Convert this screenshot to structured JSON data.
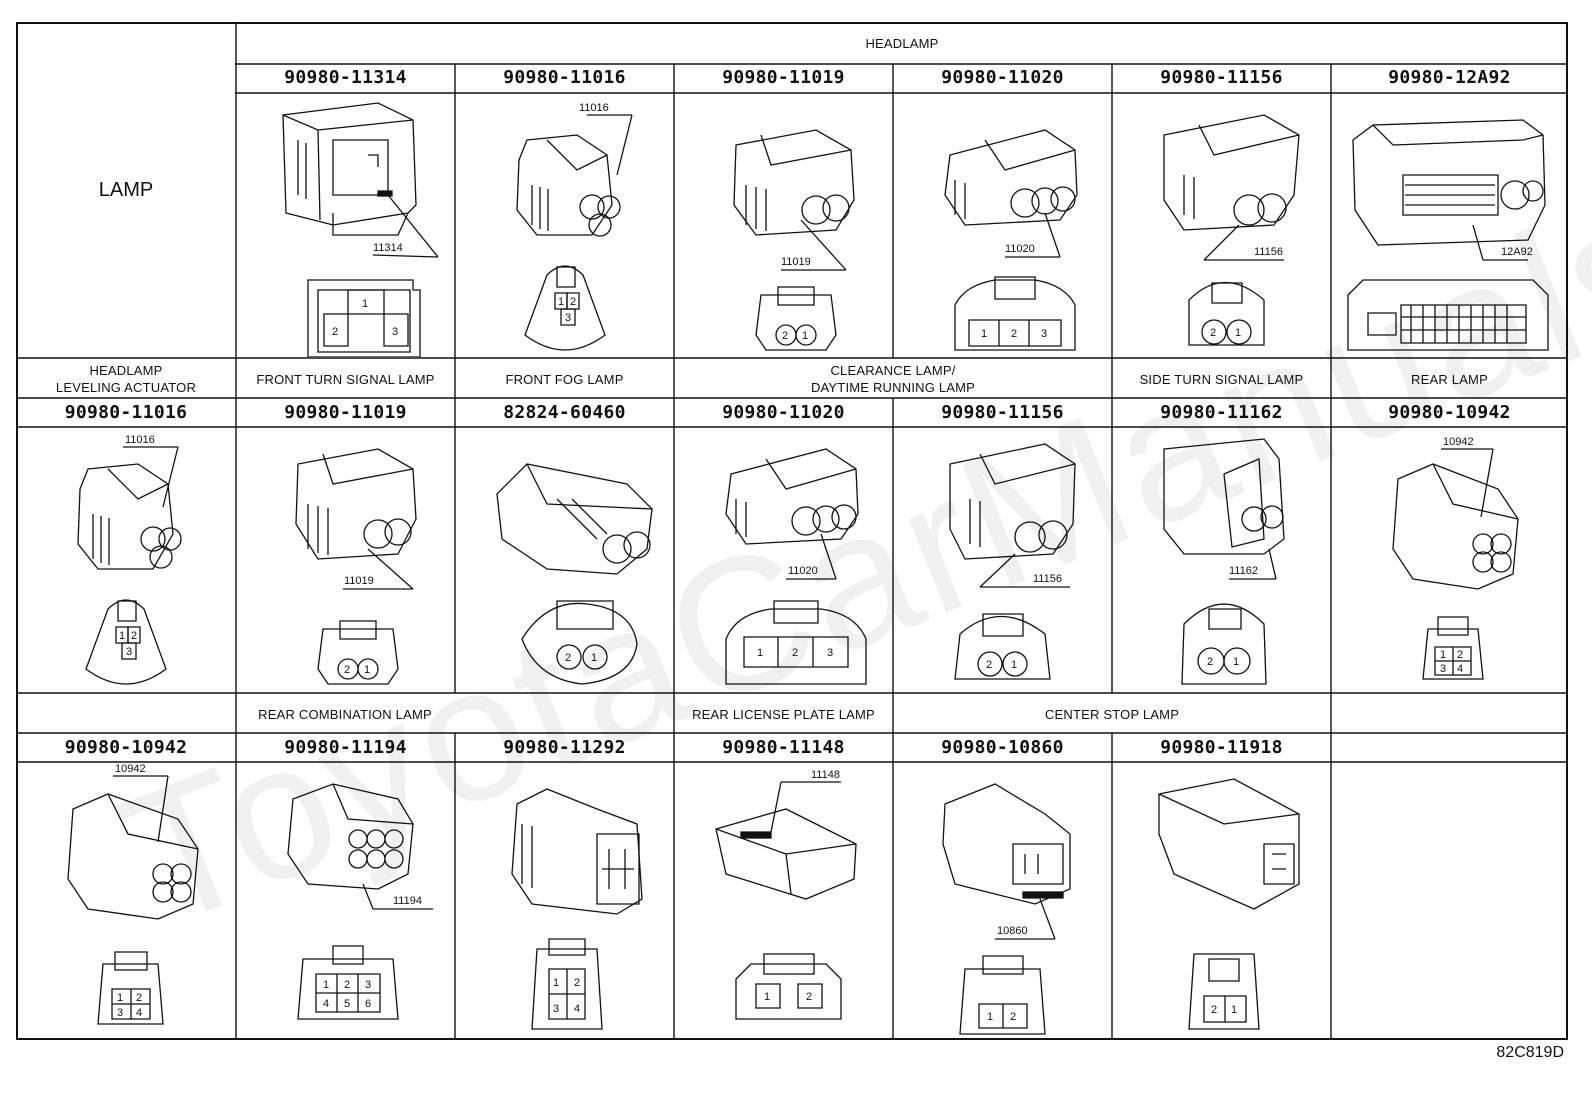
{
  "title": "LAMP",
  "figure_code": "82C819D",
  "watermark": "ToyotaCarManuals",
  "categories": {
    "headlamp": "HEADLAMP",
    "headlamp_leveling": "HEADLAMP\nLEVELING ACTUATOR",
    "front_turn": "FRONT TURN SIGNAL LAMP",
    "front_fog": "FRONT FOG LAMP",
    "clearance": "CLEARANCE LAMP/\nDAYTIME RUNNING LAMP",
    "side_turn": "SIDE TURN SIGNAL LAMP",
    "rear_lamp": "REAR LAMP",
    "rear_combination": "REAR COMBINATION LAMP",
    "rear_license": "REAR LICENSE PLATE LAMP",
    "center_stop": "CENTER STOP LAMP"
  },
  "rows": [
    {
      "parts": [
        "90980-11314",
        "90980-11016",
        "90980-11019",
        "90980-11020",
        "90980-11156",
        "90980-12A92"
      ],
      "refs": [
        "11314",
        "11016",
        "11019",
        "11020",
        "11156",
        "12A92"
      ]
    },
    {
      "parts": [
        "90980-11016",
        "90980-11019",
        "82824-60460",
        "90980-11020",
        "90980-11156",
        "90980-11162",
        "90980-10942"
      ],
      "refs": [
        "11016",
        "11019",
        "",
        "11020",
        "11156",
        "11162",
        "10942"
      ]
    },
    {
      "parts": [
        "90980-10942",
        "90980-11194",
        "90980-11292",
        "90980-11148",
        "90980-10860",
        "90980-11918"
      ],
      "refs": [
        "10942",
        "11194",
        "",
        "11148",
        "10860",
        ""
      ]
    }
  ],
  "pins": {
    "p1": "1",
    "p2": "2",
    "p3": "3",
    "p4": "4",
    "p5": "5",
    "p6": "6"
  },
  "colors": {
    "line": "#111111",
    "watermark": "#0000000f"
  }
}
